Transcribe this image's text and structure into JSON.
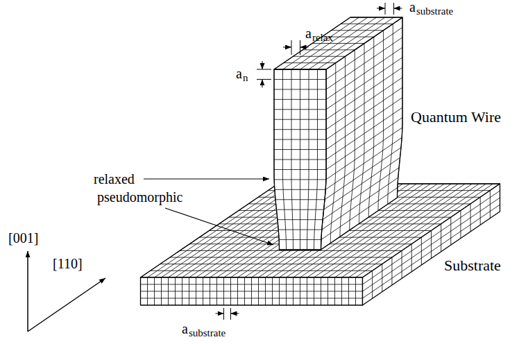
{
  "diagram": {
    "labels": [
      "a",
      "substrate",
      "a",
      "relax",
      "a",
      "n",
      "Quantum Wire",
      "relaxed",
      "pseudomorphic",
      "Substrate",
      "[001]",
      "[110]",
      "a",
      "substrate"
    ]
  }
}
